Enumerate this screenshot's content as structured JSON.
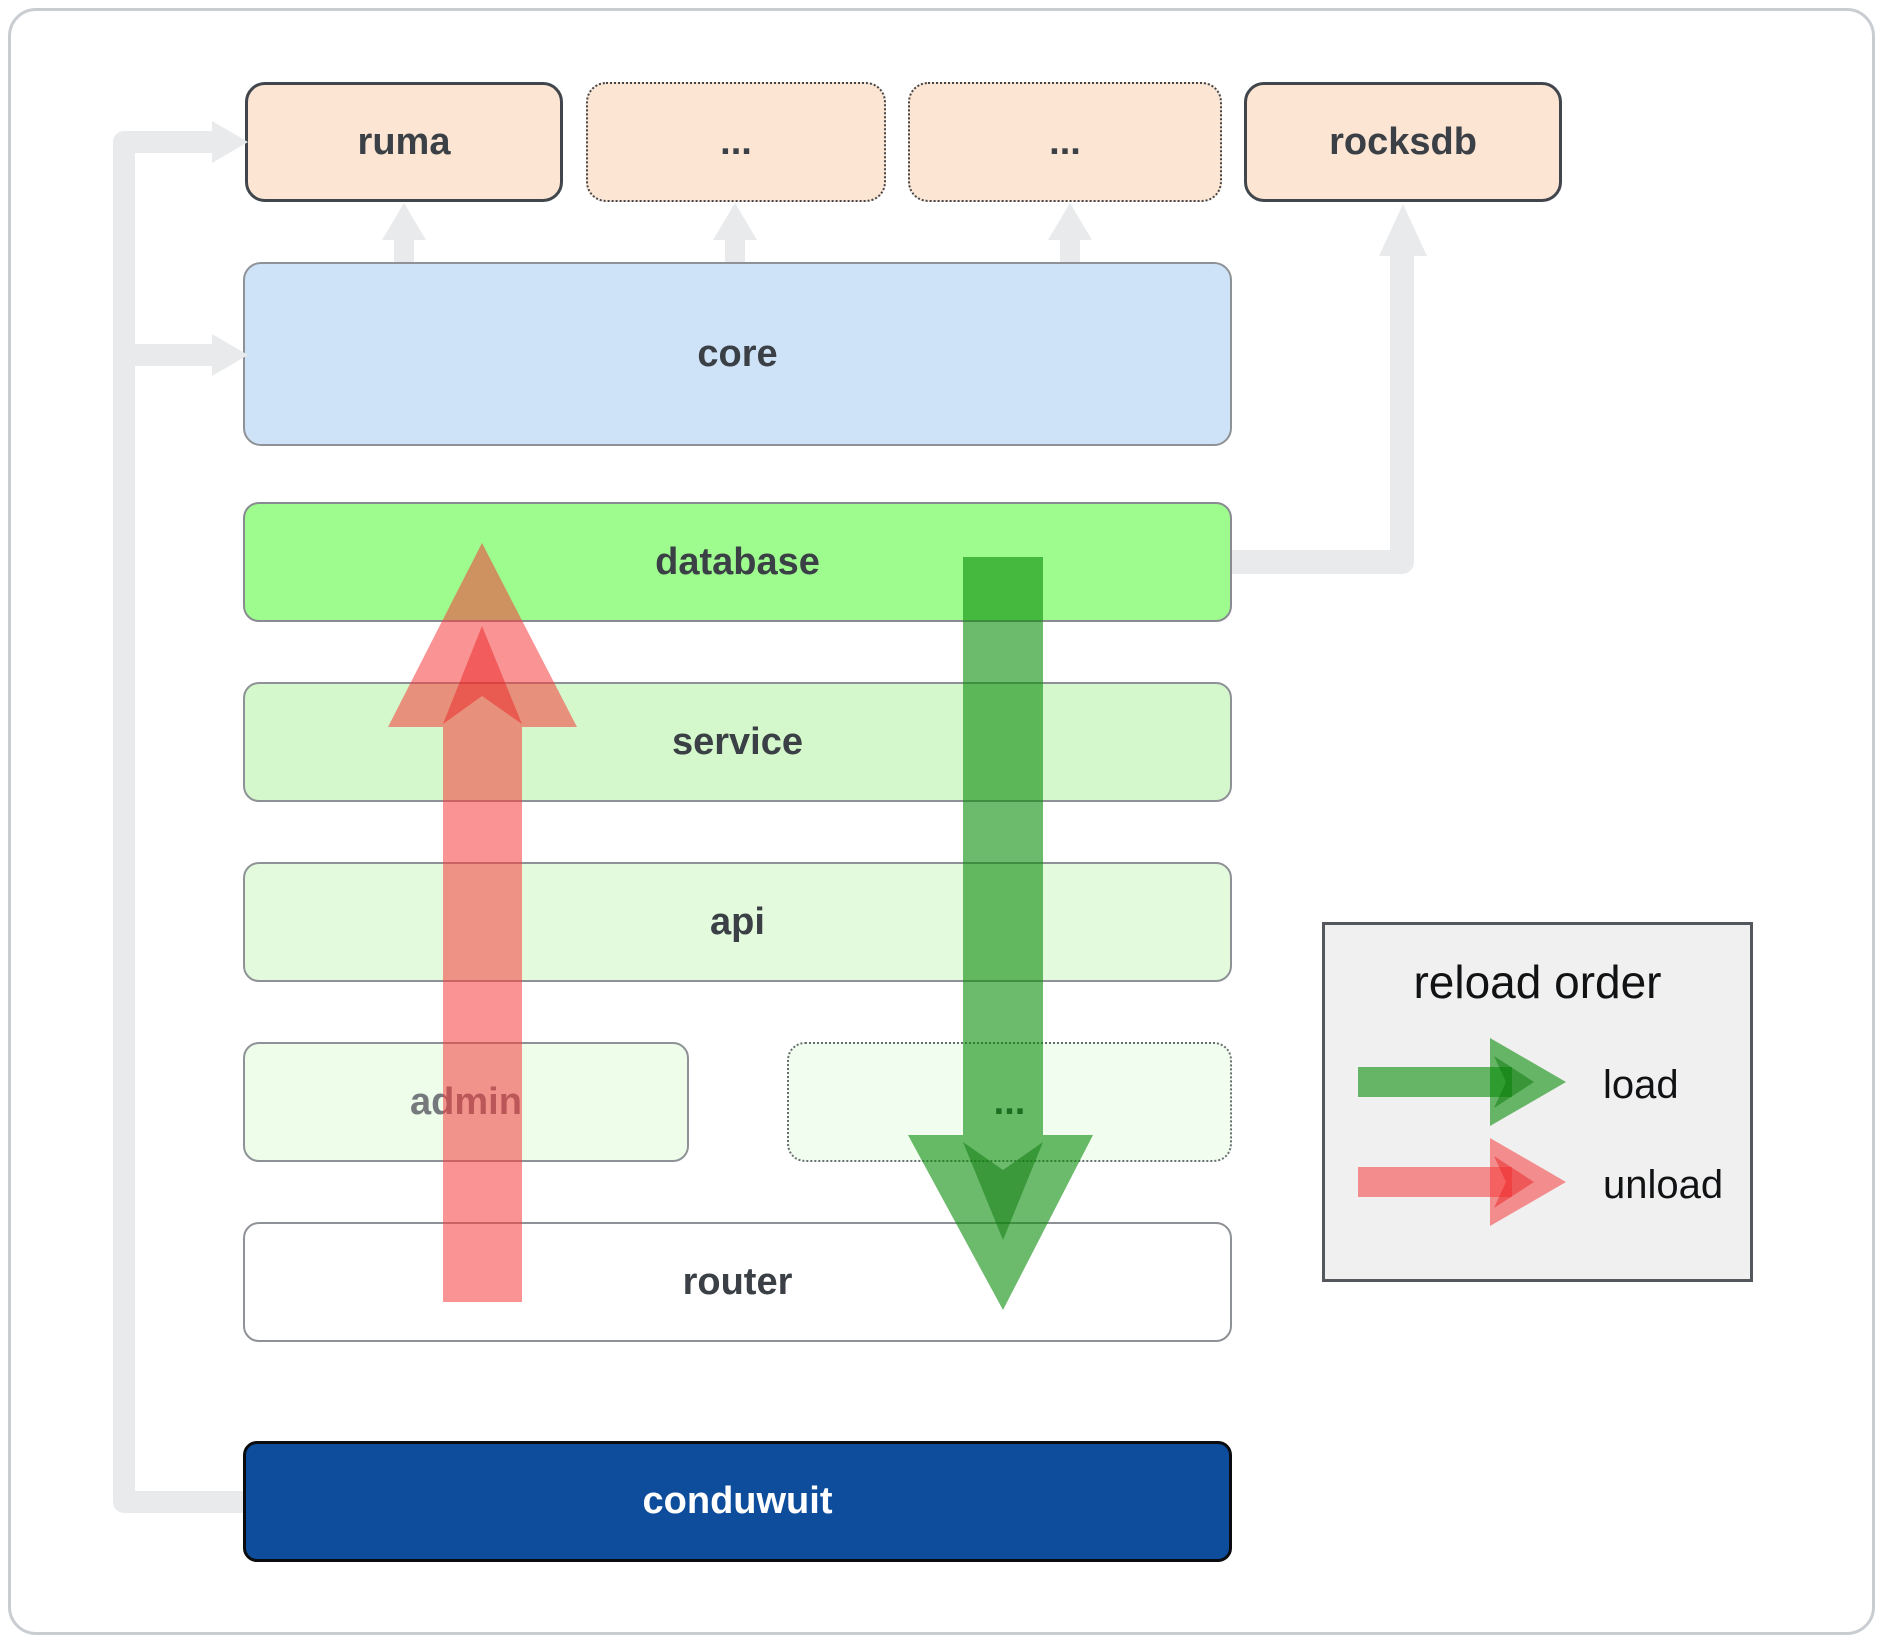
{
  "top_row": [
    {
      "label": "ruma",
      "style": "solid"
    },
    {
      "label": "...",
      "style": "dotted"
    },
    {
      "label": "...",
      "style": "dotted"
    },
    {
      "label": "rocksdb",
      "style": "solid"
    }
  ],
  "layers": {
    "core": "core",
    "database": "database",
    "service": "service",
    "api": "api",
    "admin": "admin",
    "admin_dots": "...",
    "router": "router",
    "app": "conduwuit"
  },
  "legend": {
    "title": "reload order",
    "load_label": "load",
    "unload_label": "unload"
  },
  "colors": {
    "peach_fill": "#fce5d2",
    "core_fill": "#cfe3f8",
    "database_fill": "#9efb8d",
    "service_fill": "#d4f8cb",
    "api_fill": "#e3fbdc",
    "admin_fill": "#eefcea",
    "router_fill": "#ffffff",
    "conduwuit_fill": "#0d4d9c",
    "legend_bg": "#f0f0f0",
    "load_arrow_green": "#0a8c0a",
    "unload_arrow_red": "#f63c3c",
    "connector_gray": "#e9eaeb"
  }
}
